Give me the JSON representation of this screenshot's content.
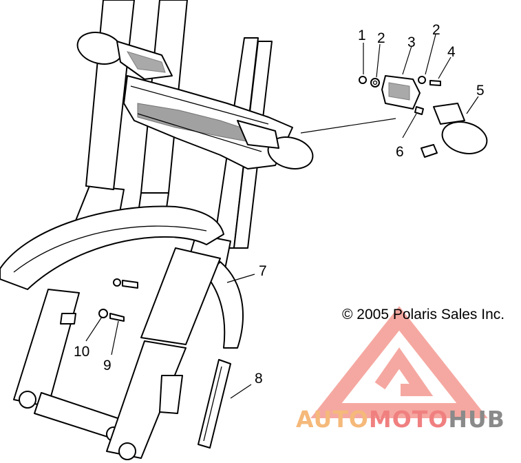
{
  "callouts": {
    "c1": "1",
    "c2a": "2",
    "c2b": "2",
    "c3": "3",
    "c4": "4",
    "c5": "5",
    "c6": "6",
    "c7": "7",
    "c8": "8",
    "c9": "9",
    "c10": "10"
  },
  "copyright": "© 2005 Polaris Sales Inc.",
  "watermark": {
    "part1": "AUTO",
    "part2": "MOTO",
    "part3": "HUB",
    "color1": "#f5b97a",
    "color2": "#f08080",
    "color3": "#8a8a8a",
    "logo_color": "#f28b82"
  }
}
